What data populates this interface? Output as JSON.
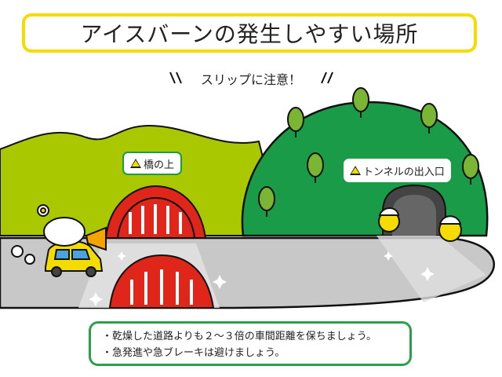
{
  "title": "アイスバーンの発生しやすい場所",
  "subtitle": "スリップに注意！",
  "signs": {
    "bridge": "橋の上",
    "tunnel": "トンネルの出入口"
  },
  "tips": [
    "・乾燥した道路よりも２～３倍の車間距離を保ちましょう。",
    "・急発進や急ブレーキは避けましょう。"
  ],
  "icons": [
    "warning-icon",
    "tree-icon",
    "car-icon",
    "bird-icon",
    "sparkle-icon"
  ],
  "colors": {
    "title_border": "#f5dc00",
    "hill_left": "#a9c800",
    "hill_right": "#1a9b48",
    "road": "#c8c8c8",
    "bridge": "#e0261b",
    "tips_border": "#2aa04a"
  }
}
